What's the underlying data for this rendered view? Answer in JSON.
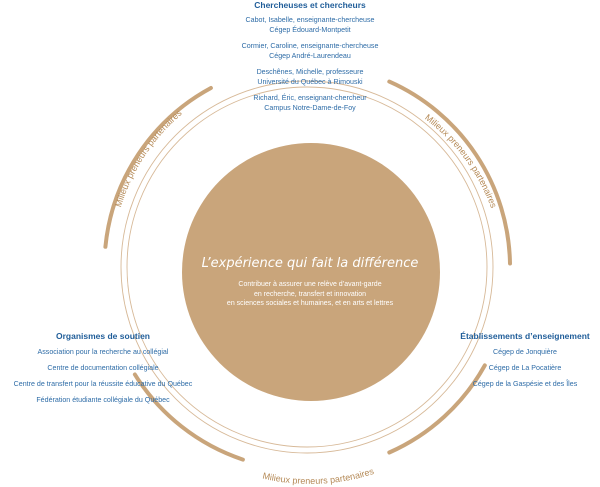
{
  "colors": {
    "tan": "#c9a57b",
    "ring_line": "#c9a57b",
    "arc_text": "#b58a57",
    "blue": "#2e6ca7",
    "center_text": "#ffffff"
  },
  "center": {
    "title": "L’expérience qui fait la différence",
    "lines": [
      "Contribuer à assurer une relève d’avant-garde",
      "en recherche, transfert et innovation",
      "en sciences sociales et humaines, et en arts et lettres"
    ]
  },
  "researchers": {
    "heading": "Chercheuses et chercheurs",
    "entries": [
      {
        "name": "Cabot, Isabelle, enseignante-chercheuse",
        "org": "Cégep Édouard-Montpetit"
      },
      {
        "name": "Cormier, Caroline, enseignante-chercheuse",
        "org": "Cégep André-Laurendeau"
      },
      {
        "name": "Deschênes, Michelle, professeure",
        "org": "Université du Québec à Rimouski"
      },
      {
        "name": "Richard, Éric, enseignant-chercheur",
        "org": "Campus Notre-Dame-de-Foy"
      }
    ]
  },
  "support": {
    "heading": "Organismes de soutien",
    "items": [
      "Association pour la recherche au collégial",
      "Centre de documentation collégiale",
      "Centre de transfert pour la réussite éducative du Québec",
      "Fédération étudiante collégiale du Québec"
    ]
  },
  "institutions": {
    "heading": "Établissements d’enseignement",
    "items": [
      "Cégep de Jonquière",
      "Cégep de La Pocatière",
      "Cégep de la Gaspésie et des Îles"
    ]
  },
  "arc_labels": {
    "left": "Milieux preneurs partenaires",
    "right": "Milieux preneurs partenaires",
    "bottom": "Milieux preneurs partenaires"
  }
}
